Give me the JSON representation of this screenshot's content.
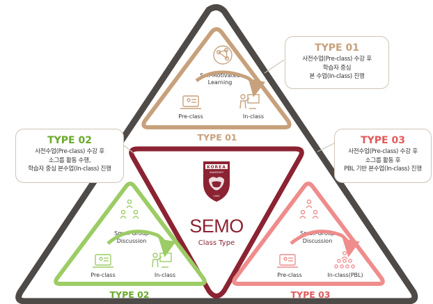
{
  "colors": {
    "outer": "#4d4a48",
    "center": "#8b2332",
    "type01": "#c7a17c",
    "type02": "#9ccc65",
    "type02_title": "#6aaa2a",
    "type03": "#ef8c8c",
    "type03_title": "#e25a5a",
    "callout_border": "#cfc4b7"
  },
  "center": {
    "emblem_text": "KOREA",
    "emblem_subtext": "UNIVERSITY",
    "emblem_year": "1905",
    "title": "SEMO",
    "subtitle": "Class Type"
  },
  "type01": {
    "name": "TYPE 01",
    "topic_line1": "Self-Motivated",
    "topic_line2": "Learning",
    "pre_label": "Pre-class",
    "in_label": "In-class",
    "icons": [
      "network-icon",
      "computer-icon",
      "teacher-icon"
    ]
  },
  "type02": {
    "name": "TYPE 02",
    "topic_line1": "Small-Group",
    "topic_line2": "Discussion",
    "pre_label": "Pre-class",
    "in_label": "In-class",
    "icons": [
      "group-icon",
      "computer-icon",
      "teacher-icon"
    ]
  },
  "type03": {
    "name": "TYPE 03",
    "topic_line1": "Small-Group",
    "topic_line2": "Discussion",
    "pre_label": "Pre-class",
    "in_label": "In-class(PBL)",
    "icons": [
      "group-icon",
      "computer-icon",
      "audience-icon"
    ]
  },
  "callouts": {
    "type01": {
      "title": "TYPE 01",
      "lines": [
        "사전수업(Pre-class) 수강 후",
        "학습자 중심",
        "본 수업(In-class) 진행"
      ]
    },
    "type02": {
      "title": "TYPE 02",
      "lines": [
        "사전수업(Pre-class) 수강 후",
        "소그룹 활동 수행,",
        "학습자 중심 본수업(In-class) 진행"
      ]
    },
    "type03": {
      "title": "TYPE 03",
      "lines": [
        "사전수업(Pre-class) 수강 후",
        "소그룹 활동 후",
        "PBL 기반 본수업(In-class) 진행"
      ]
    }
  }
}
